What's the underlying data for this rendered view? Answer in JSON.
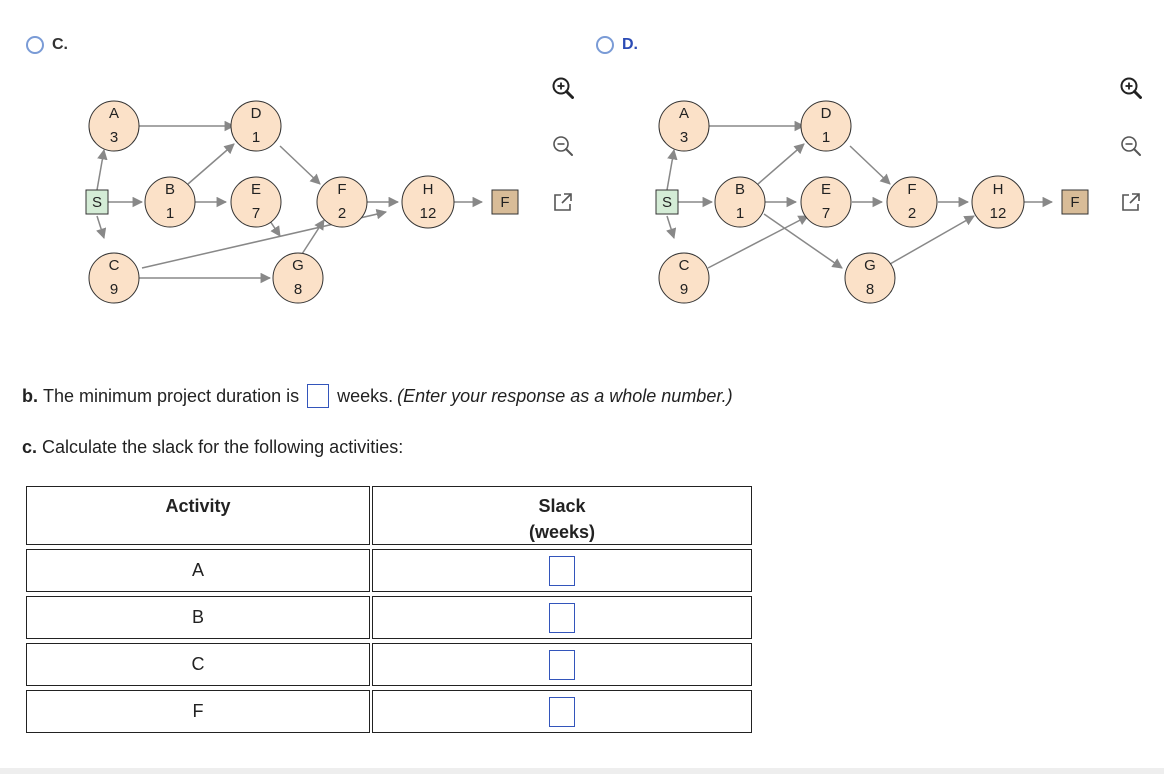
{
  "options": [
    {
      "id": "C",
      "label": "C."
    },
    {
      "id": "D",
      "label": "D."
    }
  ],
  "network": {
    "start_label": "S",
    "finish_label": "F",
    "nodes": {
      "A": {
        "name": "A",
        "duration": "3"
      },
      "B": {
        "name": "B",
        "duration": "1"
      },
      "C": {
        "name": "C",
        "duration": "9"
      },
      "D": {
        "name": "D",
        "duration": "1"
      },
      "E": {
        "name": "E",
        "duration": "7"
      },
      "F": {
        "name": "F",
        "duration": "2"
      },
      "G": {
        "name": "G",
        "duration": "8"
      },
      "H": {
        "name": "H",
        "duration": "12"
      }
    }
  },
  "question_b": {
    "prefix_bold": "b.",
    "prefix": "The minimum project duration is",
    "suffix": "weeks.",
    "hint": "(Enter your response as a whole number.)"
  },
  "question_c": {
    "prefix_bold": "c.",
    "text": "Calculate the slack for the following activities:"
  },
  "table": {
    "col1_header": "Activity",
    "col2_header_line1": "Slack",
    "col2_header_line2": "(weeks)",
    "rows": [
      "A",
      "B",
      "C",
      "F"
    ]
  },
  "colors": {
    "node_fill": "#fbe1c8",
    "start_fill": "#d4ecd6",
    "finish_fill": "#d8bc98",
    "option_d_label": "#2b4bb5",
    "input_border": "#3355bb"
  },
  "icons": [
    "zoom-in-icon",
    "zoom-out-icon",
    "popout-icon"
  ]
}
